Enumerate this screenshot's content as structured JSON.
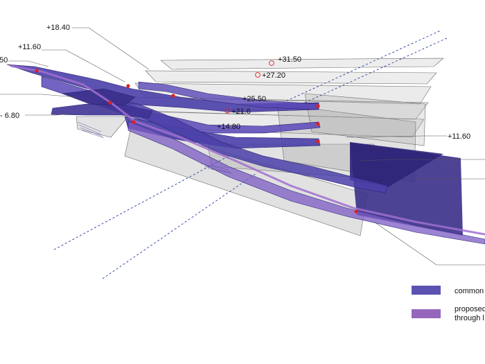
{
  "elevations": {
    "e_18_40": "+18.40",
    "e_11_60_left": "+11.60",
    "e_50_cut": "50",
    "e_minus_6_80": "- 6.80",
    "e_31_50": "+31.50",
    "e_27_20": "+27.20",
    "e_25_50": "+25.50",
    "e_21_6": "+21.6",
    "e_14_80": "+14.80",
    "e_11_60_right": "+11.60"
  },
  "legend": {
    "common_label": "common",
    "proposed_label_line1": "proposed",
    "proposed_label_line2": "through l"
  },
  "colors": {
    "common": "#4a3fa8",
    "proposed": "#8a55b5",
    "plate_fill": "#9a9a9a",
    "plate_edge": "#6a6a6a",
    "marker": "#e0201c",
    "dashed_line": "#2a3f9a"
  }
}
